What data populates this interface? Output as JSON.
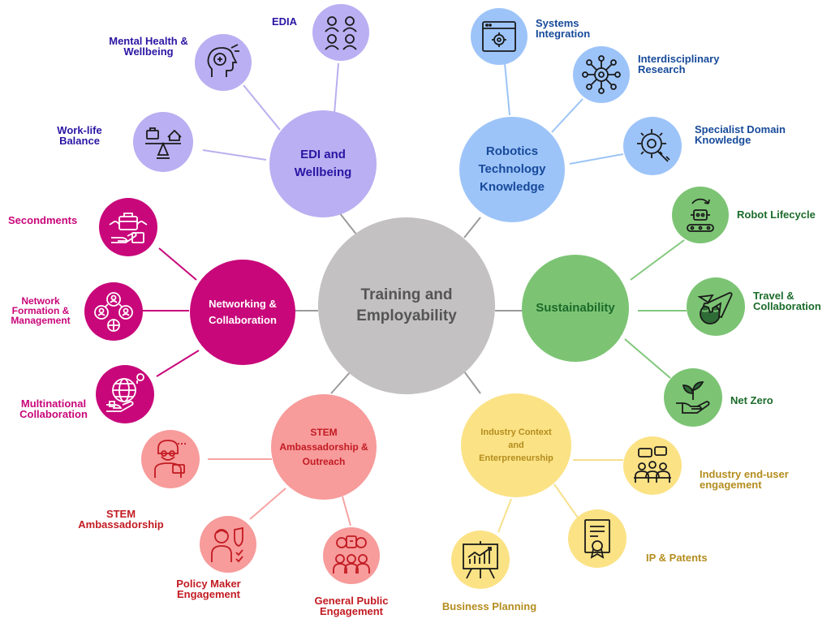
{
  "center": {
    "text": "Training and Employability"
  },
  "colors": {
    "center": "#c3c1c2",
    "edi": "#b9aff2",
    "edi_text": "#2a15a3",
    "robotics": "#9dc4f9",
    "robotics_text": "#174a9a",
    "sustainability": "#7cc474",
    "sustainability_text": "#1b6b2a",
    "industry": "#fbe285",
    "industry_text": "#b48d1e",
    "stem": "#f79b9b",
    "stem_text": "#c21b22",
    "networking": "#c8077a",
    "networking_text": "#c8077a"
  },
  "branches": {
    "edi": {
      "title": "EDI and Wellbeing",
      "items": [
        {
          "label": "EDIA",
          "icon": "people-group-icon"
        },
        {
          "label": "Mental Health & Wellbeing",
          "icon": "brain-head-icon"
        },
        {
          "label": "Work-life Balance",
          "icon": "balance-scale-icon"
        }
      ]
    },
    "robotics": {
      "title": "Robotics Technology Knowledge",
      "items": [
        {
          "label": "Systems Integration",
          "icon": "browser-gear-icon"
        },
        {
          "label": "Interdisciplinary Research",
          "icon": "network-gear-icon"
        },
        {
          "label": "Specialist Domain Knowledge",
          "icon": "gear-wrench-icon"
        }
      ]
    },
    "sustainability": {
      "title": "Sustainability",
      "items": [
        {
          "label": "Robot Lifecycle",
          "icon": "recycle-robot-icon"
        },
        {
          "label": "Travel & Collaboration",
          "icon": "plane-globe-icon"
        },
        {
          "label": "Net Zero",
          "icon": "plant-hand-icon"
        }
      ]
    },
    "industry": {
      "title": "Industry Context and Enterpreneurship",
      "items": [
        {
          "label": "Industry end-user engagement",
          "icon": "meeting-icon"
        },
        {
          "label": "IP & Patents",
          "icon": "certificate-icon"
        },
        {
          "label": "Business Planning",
          "icon": "chart-board-icon"
        }
      ]
    },
    "stem": {
      "title": "STEM Ambassadorship & Outreach",
      "items": [
        {
          "label": "STEM Ambassadorship",
          "icon": "teacher-icon"
        },
        {
          "label": "Policy Maker Engagement",
          "icon": "policy-person-icon"
        },
        {
          "label": "General Public Engagement",
          "icon": "audience-icon"
        }
      ]
    },
    "networking": {
      "title": "Networking & Collaboration",
      "items": [
        {
          "label": "Secondments",
          "icon": "briefcase-hands-icon"
        },
        {
          "label": "Network Formation & Management",
          "icon": "network-people-icon"
        },
        {
          "label": "Multinational Collaboration",
          "icon": "globe-hand-icon"
        }
      ]
    }
  }
}
